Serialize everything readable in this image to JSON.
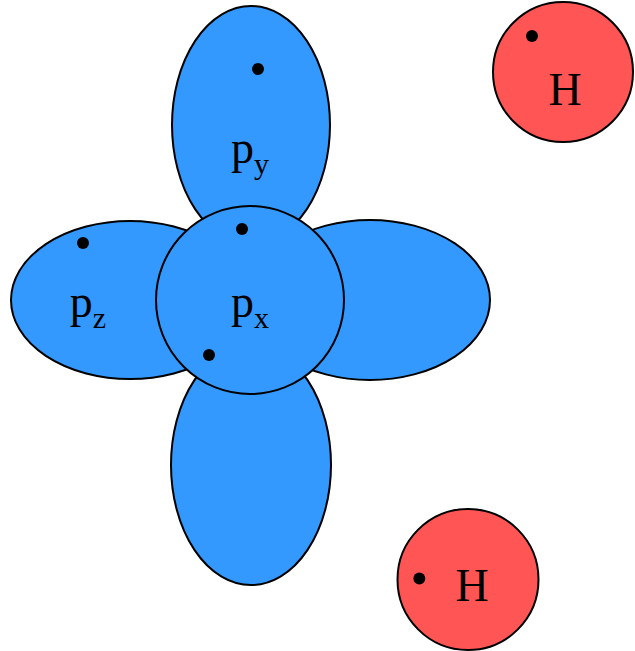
{
  "diagram": {
    "nodes": [
      {
        "text": [
          "p",
          "y"
        ]
      },
      {
        "text": [
          "p",
          "z"
        ]
      },
      {
        "text": [
          "p",
          "x"
        ]
      },
      {
        "text": [
          "H"
        ]
      },
      {
        "text": [
          "H"
        ]
      }
    ]
  }
}
